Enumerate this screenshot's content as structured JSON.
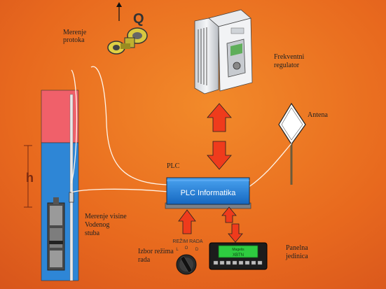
{
  "labels": {
    "flow_symbol": "Q",
    "flow_measure": [
      "Merenje",
      "protoka"
    ],
    "freq_regulator": [
      "Frekventni",
      "regulator"
    ],
    "antenna": "Antena",
    "plc_caption": "PLC",
    "plc_box": "PLC Informatika",
    "height_symbol": "h",
    "level_measure": [
      "Merenje visine",
      "Vodenog",
      "stuba"
    ],
    "mode_title": "REŽIM RADA",
    "mode_positions": [
      "L",
      "O",
      "D"
    ],
    "mode_select": [
      "Izbor režima",
      "rada"
    ],
    "panel_brand": "Magelis",
    "panel_model": "XBTN",
    "panel_unit": [
      "Panelna",
      "jedinica"
    ]
  },
  "colors": {
    "water": "#2e86d6",
    "air": "#f0606a",
    "plc_box": "#1e7fd9",
    "arrow_fill": "#ef3b1c",
    "panel_green": "#2ecc40"
  }
}
